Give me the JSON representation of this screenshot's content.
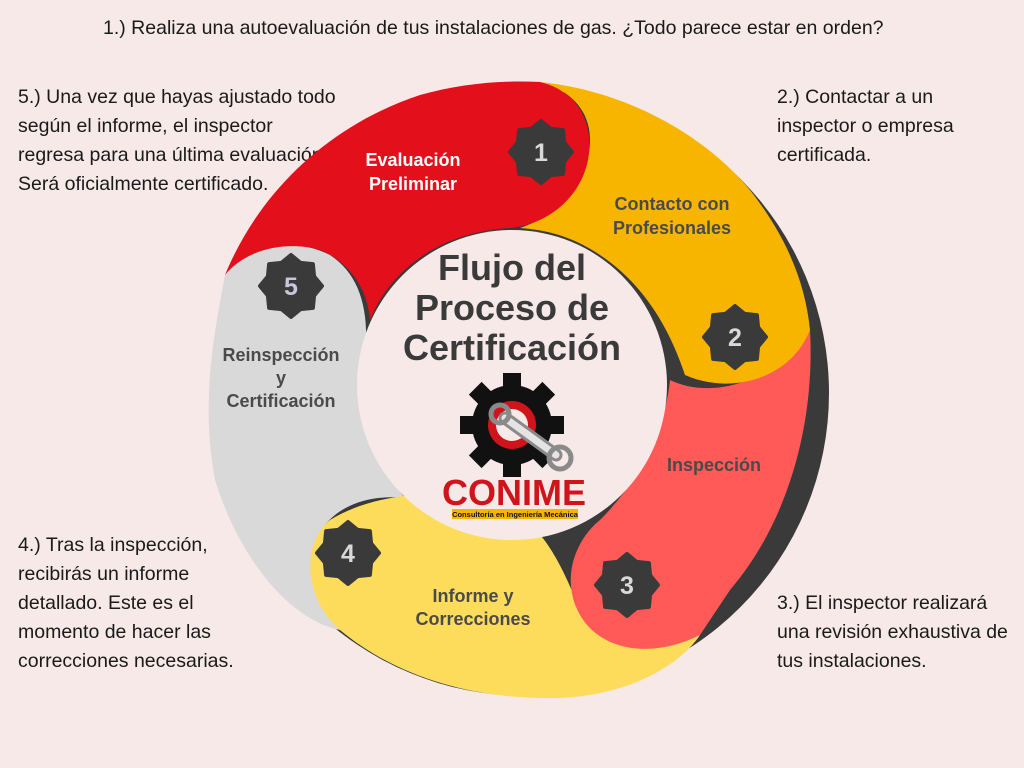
{
  "notes": {
    "step1": "1.) Realiza una autoevaluación de tus instalaciones de gas. ¿Todo parece estar en orden?",
    "step2": "2.) Contactar a un inspector o empresa certificada.",
    "step3": "3.) El inspector realizará una revisión exhaustiva de tus instalaciones.",
    "step4": "4.) Tras la inspección, recibirás un informe detallado. Este es el momento de hacer las correcciones necesarias.",
    "step5": "5.) Una vez que hayas ajustado todo según el informe, el inspector regresa para una última evaluación. Será oficialmente certificado."
  },
  "center": {
    "title_line1": "Flujo del",
    "title_line2": "Proceso de",
    "title_line3": "Certificación"
  },
  "logo": {
    "name": "CONIME",
    "tagline": "Consultoría en Ingeniería Mecánica"
  },
  "segments": [
    {
      "number": "1",
      "line1": "Evaluación",
      "line2": "Preliminar",
      "line3": "",
      "color": "#e30f1b",
      "text_color": "#ffffff"
    },
    {
      "number": "2",
      "line1": "Contacto con",
      "line2": "Profesionales",
      "line3": "",
      "color": "#f8b500",
      "text_color": "#4a4a4a"
    },
    {
      "number": "3",
      "line1": "Inspección",
      "line2": "",
      "line3": "",
      "color": "#ff5a57",
      "text_color": "#4a4a4a"
    },
    {
      "number": "4",
      "line1": "Informe y",
      "line2": "Correcciones",
      "line3": "",
      "color": "#fddc5c",
      "text_color": "#4a4a4a"
    },
    {
      "number": "5",
      "line1": "Reinspección",
      "line2": "y",
      "line3": "Certificación",
      "color": "#d9d9d9",
      "text_color": "#4a4a4a"
    }
  ],
  "colors": {
    "background": "#f6e9e8",
    "badge": "#3a3a3a",
    "badge_text": "#d9d9d9",
    "ring_shadow": "#3a3a3a"
  },
  "icons": [
    "gear-icon",
    "wrench-icon"
  ]
}
